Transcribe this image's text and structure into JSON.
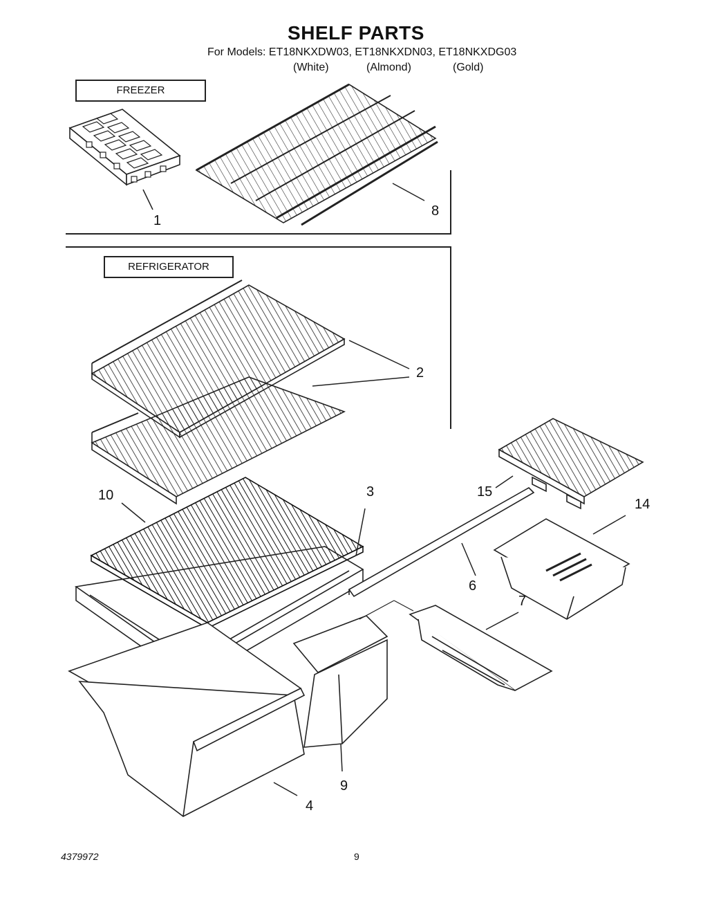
{
  "header": {
    "title": "SHELF PARTS",
    "models_line": "For Models: ET18NKXDW03, ET18NKXDN03, ET18NKXDG03",
    "variants": [
      "(White)",
      "(Almond)",
      "(Gold)"
    ]
  },
  "sections": {
    "freezer": "FREEZER",
    "refrigerator": "REFRIGERATOR"
  },
  "callouts": [
    "1",
    "8",
    "2",
    "10",
    "3",
    "15",
    "14",
    "6",
    "7",
    "9",
    "4"
  ],
  "footer": {
    "doc_number": "4379972",
    "page_number": "9"
  }
}
